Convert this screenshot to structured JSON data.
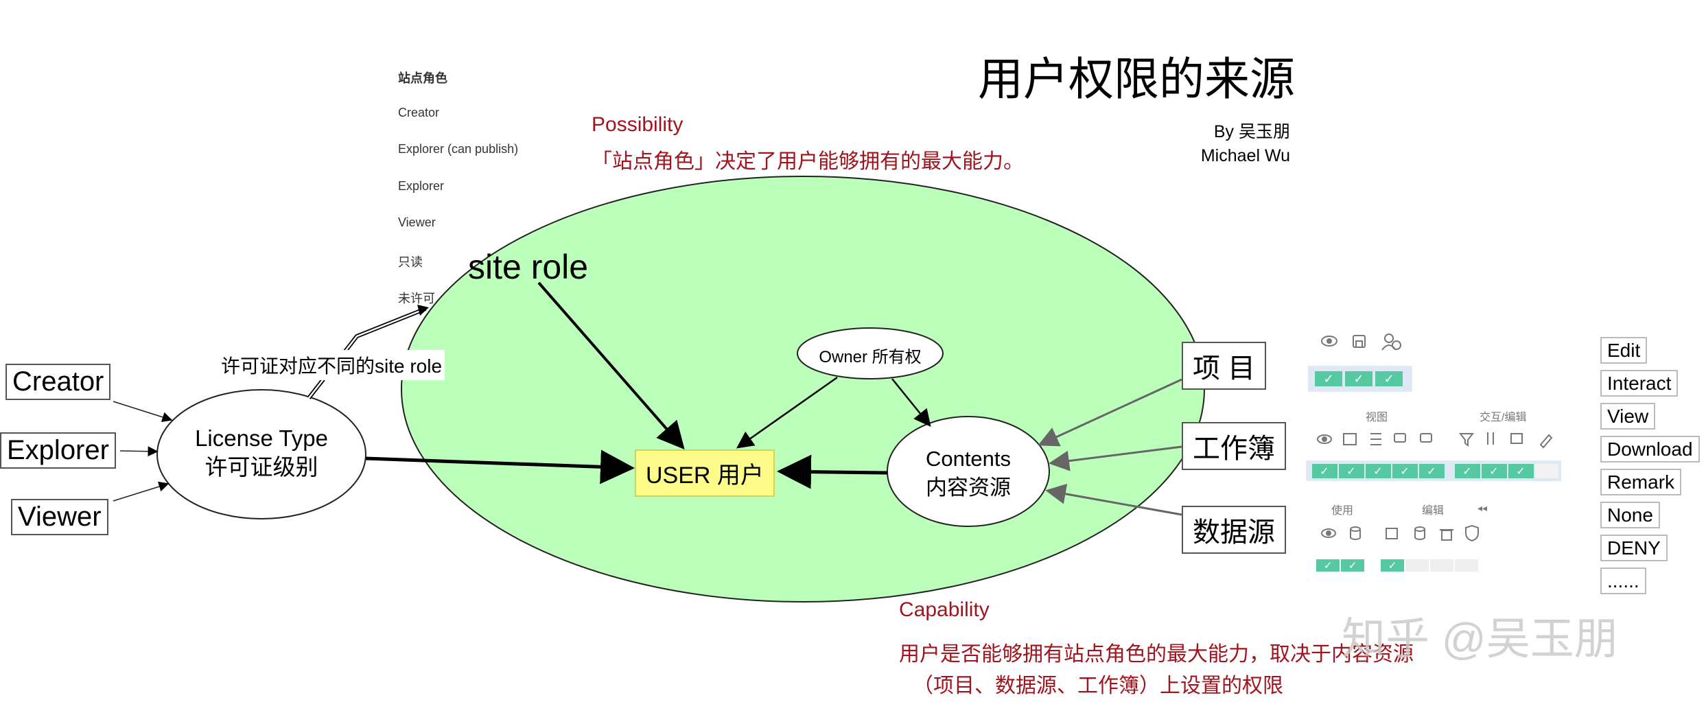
{
  "title": "用户权限的来源",
  "byline": {
    "line1": "By 吴玉朋",
    "line2": "Michael Wu"
  },
  "site_roles": {
    "heading": "站点角色",
    "items": [
      "Creator",
      "Explorer (can publish)",
      "Explorer",
      "Viewer",
      "只读",
      "未许可"
    ]
  },
  "possibility": {
    "label": "Possibility",
    "text": "「站点角色」决定了用户能够拥有的最大能力。"
  },
  "capability": {
    "label": "Capability",
    "line1": "用户是否能够拥有站点角色的最大能力，取决于内容资源",
    "line2": "（项目、数据源、工作簿）上设置的权限"
  },
  "licenses": [
    "Creator",
    "Explorer",
    "Viewer"
  ],
  "license_type": {
    "line1": "License Type",
    "line2": "许可证级别"
  },
  "license_note": "许可证对应不同的site role",
  "site_role_label": "site role",
  "user_box": "USER 用户",
  "owner": "Owner  所有权",
  "contents": {
    "line1": "Contents",
    "line2": "内容资源"
  },
  "content_types": [
    "项  目",
    "工作簿",
    "数据源"
  ],
  "permission_panel": {
    "workbook_headers": [
      "视图",
      "交互/编辑"
    ],
    "datasource_headers": [
      "使用",
      "编辑"
    ]
  },
  "permissions": [
    "Edit",
    "Interact",
    "View",
    "Download",
    "Remark",
    "None",
    "DENY",
    "......"
  ],
  "watermark": "知乎 @吴玉朋",
  "colors": {
    "circle_fill": "#bbffbb",
    "user_fill": "#fdfb8a",
    "accent_red": "#a0141e",
    "check_green": "#56c9a0"
  }
}
